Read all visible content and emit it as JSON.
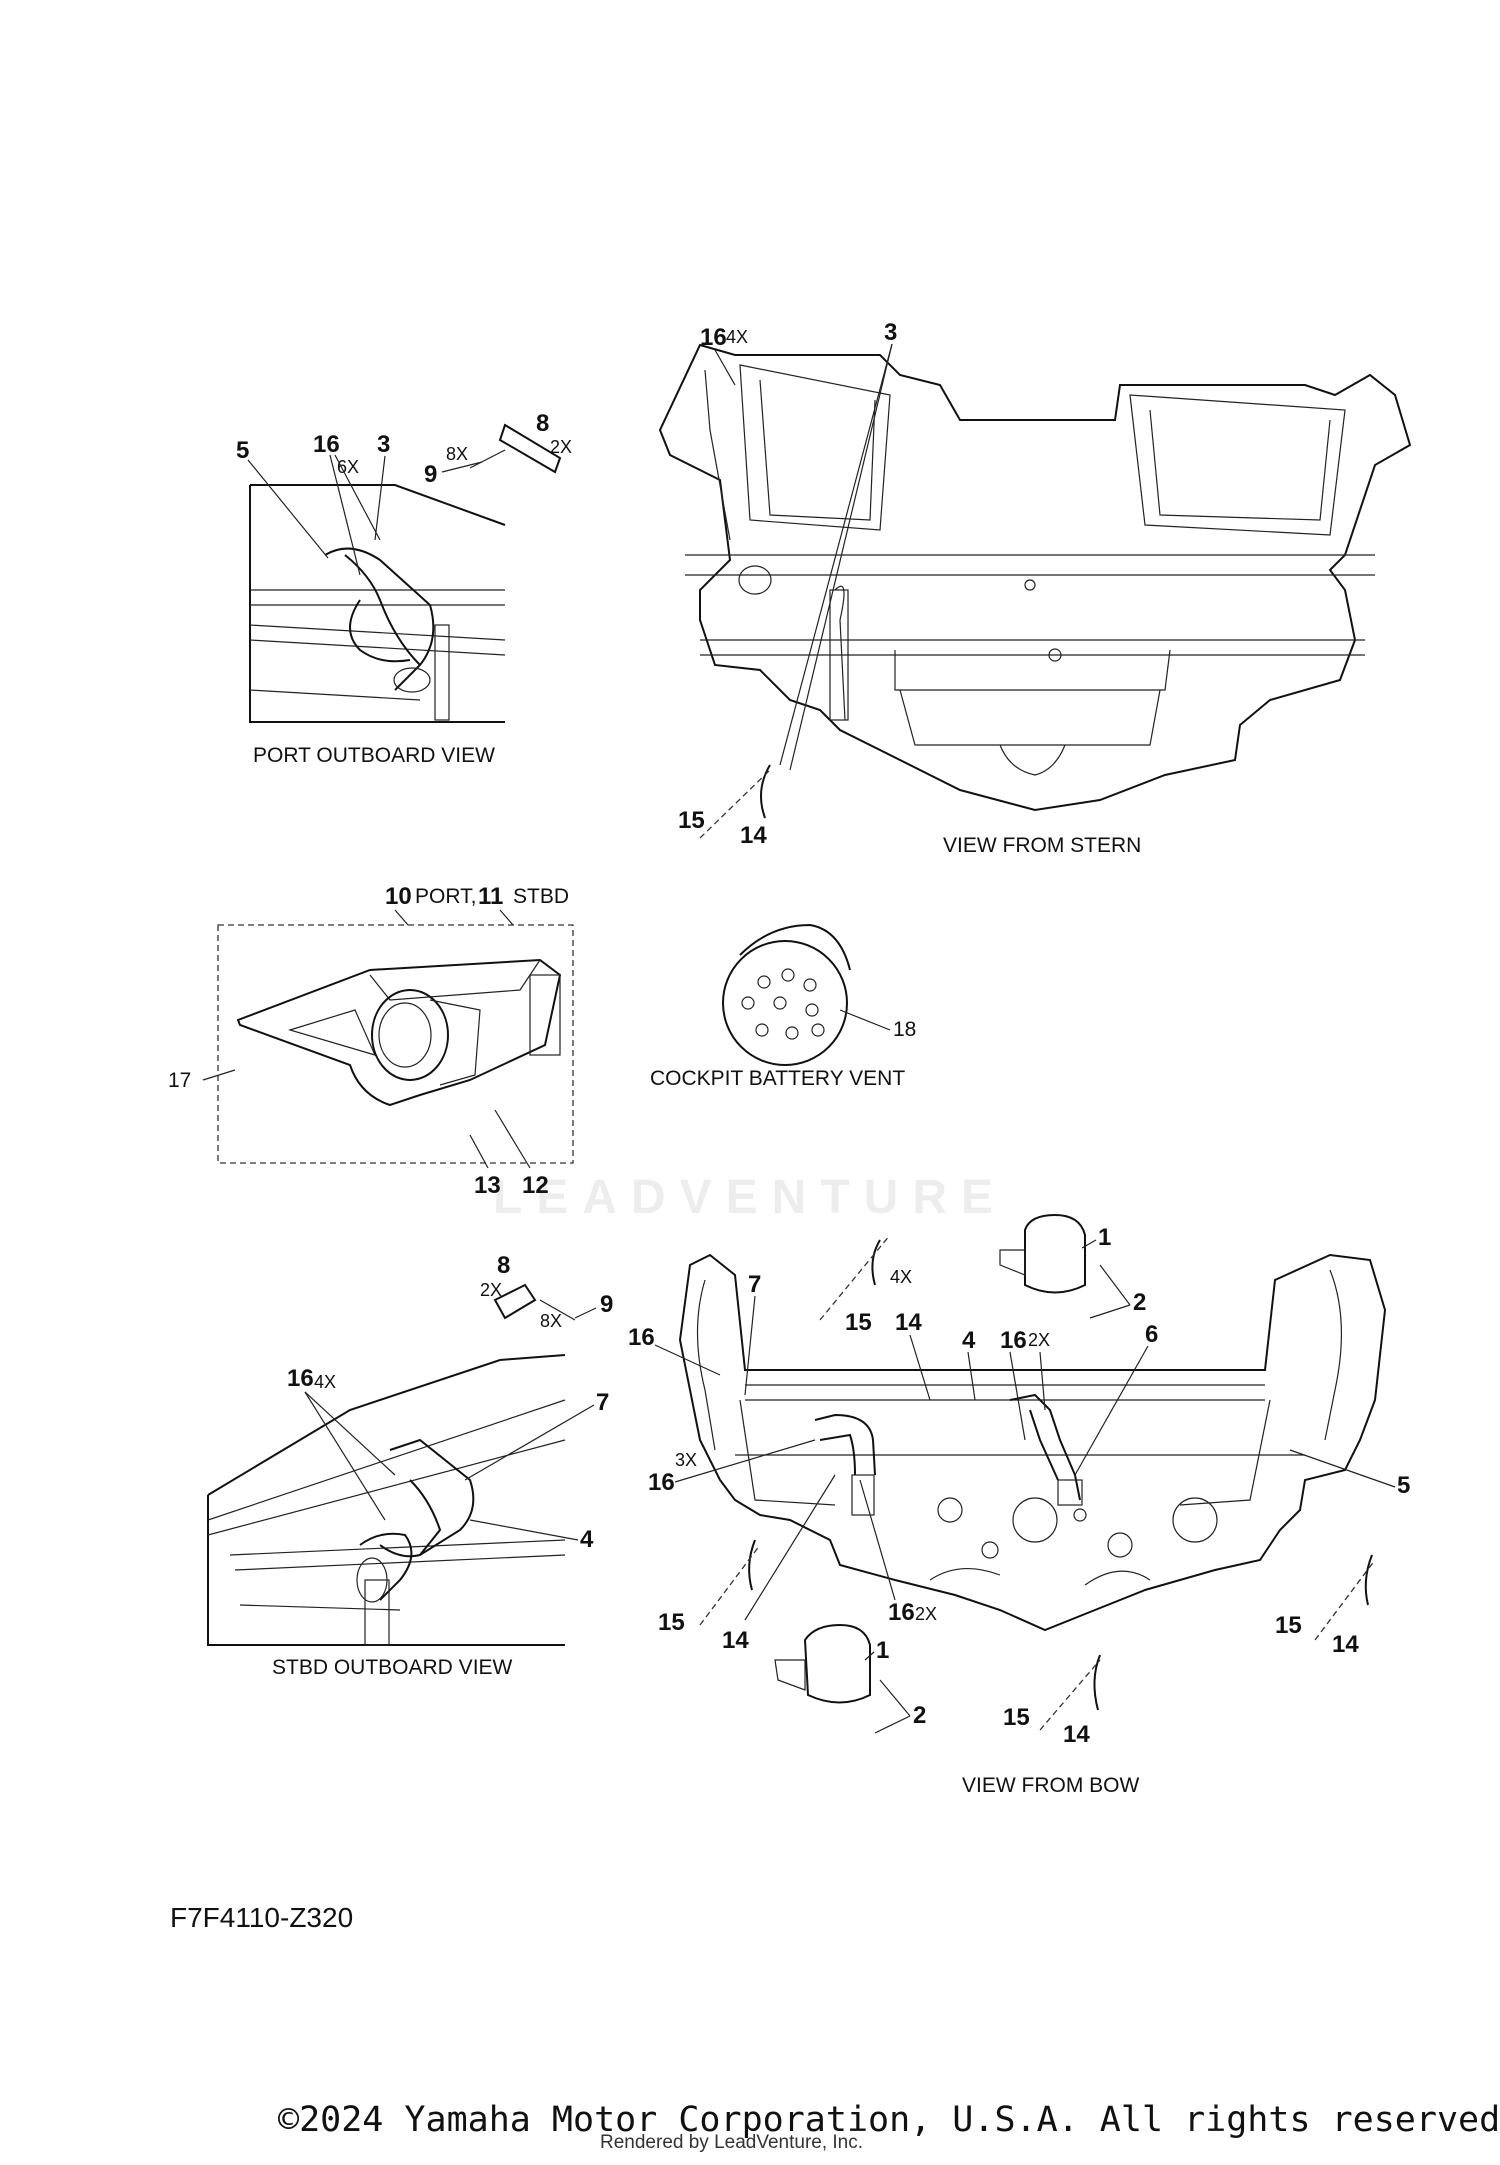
{
  "views": {
    "port_outboard": "PORT OUTBOARD VIEW",
    "stern": "VIEW FROM STERN",
    "battery_vent": "COCKPIT BATTERY VENT",
    "stbd_outboard": "STBD OUTBOARD VIEW",
    "bow": "VIEW FROM BOW"
  },
  "callouts": {
    "port": {
      "p5": "5",
      "p16": "16",
      "p16m": "6X",
      "p3": "3",
      "p9": "9",
      "p9m": "8X",
      "p8": "8",
      "p8m": "2X"
    },
    "stern": {
      "s16": "16",
      "s16m": "4X",
      "s3": "3",
      "s15": "15",
      "s14": "14"
    },
    "duct": {
      "d10": "10",
      "d10t": "PORT,",
      "d11": "11",
      "d11t": "STBD",
      "d17": "17",
      "d13": "13",
      "d12": "12"
    },
    "vent": {
      "v18": "18"
    },
    "stbd": {
      "t8": "8",
      "t8m": "2X",
      "t9m": "8X",
      "t9": "9",
      "t16": "16",
      "t16m": "4X",
      "t7": "7",
      "t4": "4"
    },
    "bow": {
      "b1a": "1",
      "b2a": "2",
      "b4xm": "4X",
      "b15a": "15",
      "b14a": "14",
      "b7": "7",
      "b16a": "16",
      "b4": "4",
      "b16b": "16",
      "b16bm": "2X",
      "b6": "6",
      "b16c": "16",
      "b16cm": "3X",
      "b5": "5",
      "b15b": "15",
      "b14b": "14",
      "b16d": "16",
      "b16dm": "2X",
      "b1b": "1",
      "b2b": "2",
      "b15c": "15",
      "b14c": "14",
      "b15d": "15",
      "b14d": "14"
    }
  },
  "watermark": "LEADVENTURE",
  "diagram_code": "F7F4110-Z320",
  "copyright": "©2024 Yamaha Motor Corporation, U.S.A. All rights reserved.",
  "rendered_by": "Rendered by LeadVenture, Inc."
}
